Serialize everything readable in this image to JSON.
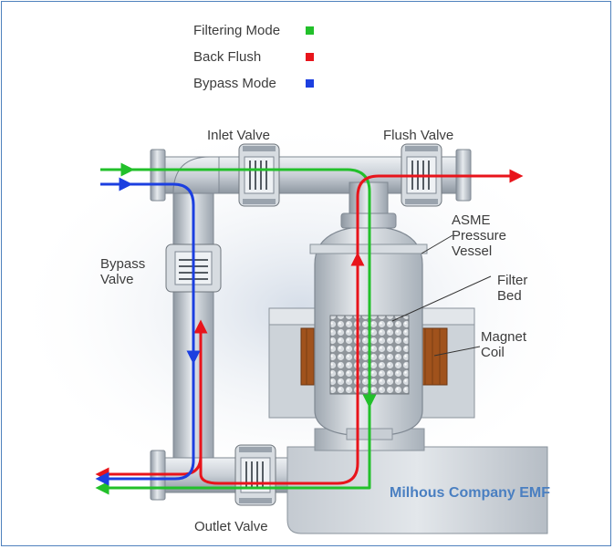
{
  "legend": {
    "items": [
      {
        "label": "Filtering Mode",
        "color": "#22c02a"
      },
      {
        "label": "Back Flush",
        "color": "#e8141b"
      },
      {
        "label": "Bypass Mode",
        "color": "#1c3fe0"
      }
    ]
  },
  "labels": {
    "inlet_valve": "Inlet Valve",
    "flush_valve": "Flush Valve",
    "asme_line1": "ASME",
    "asme_line2": "Pressure",
    "asme_line3": "Vessel",
    "filter_line1": "Filter",
    "filter_line2": "Bed",
    "magnet_line1": "Magnet",
    "magnet_line2": "Coil",
    "bypass_line1": "Bypass",
    "bypass_line2": "Valve",
    "outlet_valve": "Outlet Valve"
  },
  "brand": {
    "text": "Milhous Company EMF",
    "color": "#4a7fc1"
  },
  "colors": {
    "pipe": "#cfd5dc",
    "pipe_dark": "#9aa3ad",
    "coil": "#a0521c",
    "frame": "#4f81bd"
  }
}
